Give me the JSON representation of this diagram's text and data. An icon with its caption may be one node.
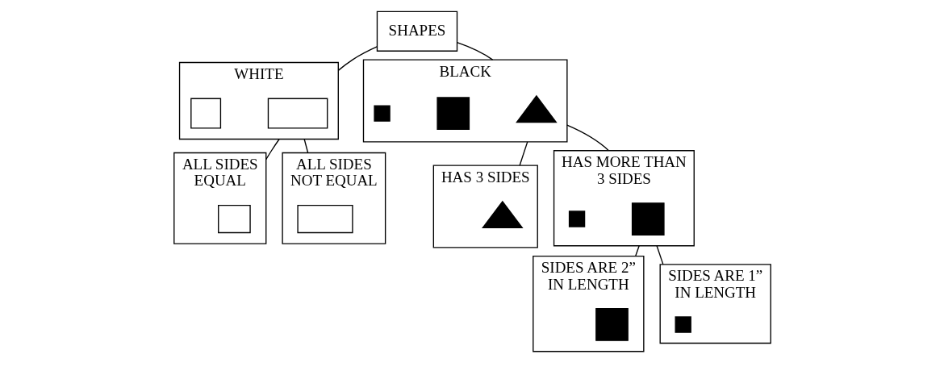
{
  "diagram": {
    "nodes": [
      {
        "text": [
          "SHAPES"
        ]
      },
      {
        "text": [
          "WHITE"
        ]
      },
      {
        "text": [],
        "shape": "box",
        "in": 1
      },
      {
        "text": [],
        "shape": "box",
        "in": 1
      },
      {
        "text": [
          "BLACK"
        ]
      },
      {
        "text": [],
        "shape": "triangle",
        "in": 4
      },
      {
        "text": [],
        "shape": "box",
        "in": 4
      },
      {
        "text": [],
        "shape": "box",
        "in": 4
      },
      {
        "text": [
          "ALL SIDES EQUAL"
        ]
      },
      {
        "text": [],
        "shape": "box",
        "in": 8
      },
      {
        "text": [
          "ALL SIDES NOT EQUAL"
        ]
      },
      {
        "text": [],
        "shape": "box",
        "in": 10
      },
      {
        "text": [
          "HAS 3 SIDES"
        ]
      },
      {
        "text": [],
        "shape": "triangle",
        "in": 12
      },
      {
        "text": [
          "HAS MORE THAN 3 SIDES"
        ]
      },
      {
        "text": [],
        "shape": "box",
        "in": 14
      },
      {
        "text": [],
        "shape": "box",
        "in": 14
      },
      {
        "text": [
          "SIDES ARE 2” IN LENGTH"
        ]
      },
      {
        "text": [],
        "shape": "box",
        "in": 17
      },
      {
        "text": [
          "SIDES ARE 1” IN LENGTH"
        ]
      },
      {
        "text": [],
        "shape": "box",
        "in": 19
      }
    ],
    "edges": [
      {
        "from": 0,
        "to": 1,
        "arrow": "none"
      },
      {
        "from": 0,
        "to": 4,
        "arrow": "none"
      },
      {
        "from": 1,
        "to": 8,
        "arrow": "none"
      },
      {
        "from": 1,
        "to": 10,
        "arrow": "none"
      },
      {
        "from": 4,
        "to": 12,
        "arrow": "none"
      },
      {
        "from": 4,
        "to": 14,
        "arrow": "none"
      },
      {
        "from": 14,
        "to": 17,
        "arrow": "none"
      },
      {
        "from": 14,
        "to": 19,
        "arrow": "none"
      }
    ]
  }
}
